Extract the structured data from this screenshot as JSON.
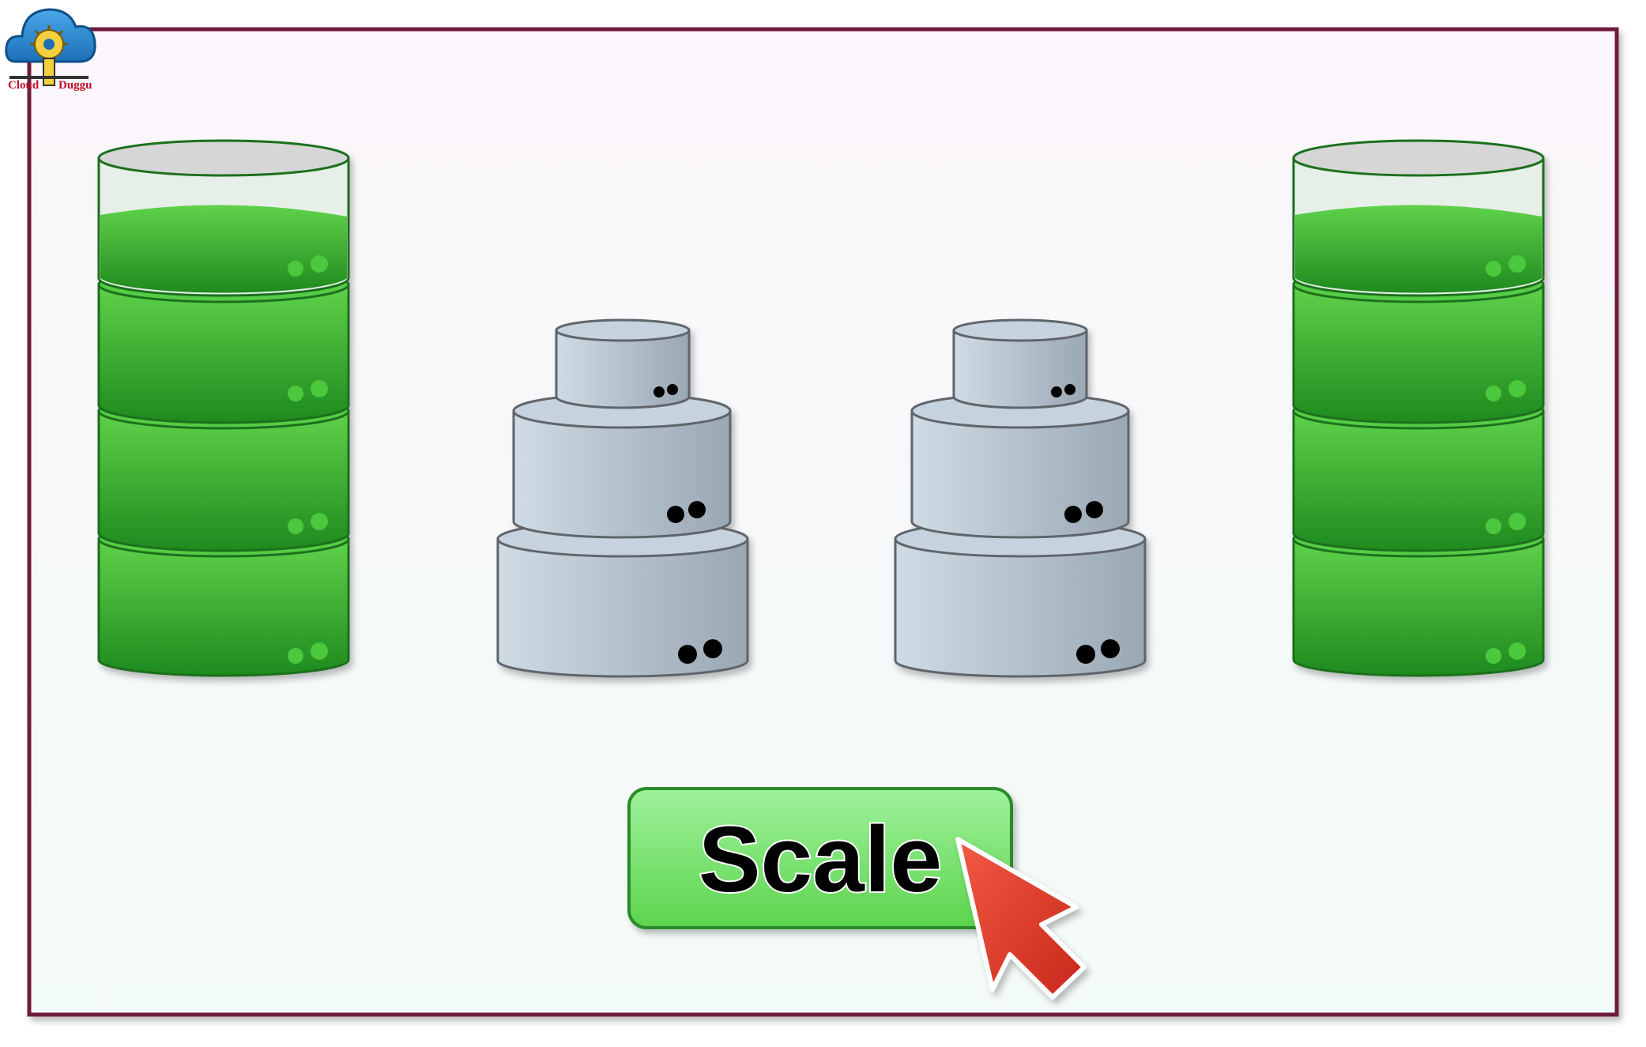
{
  "logo": {
    "left_word": "Cloud",
    "right_word": "Duggu",
    "brand_color": "#c0102a",
    "icon": "cloud-lightbulb-icon"
  },
  "colors": {
    "frame_border": "#6e1a3d",
    "green_fill": "#4cc83c",
    "green_stroke": "#1f6f1f",
    "gray_fill": "#b8c7d4",
    "gray_stroke": "#5f656b",
    "button_fill": "#7ee07a",
    "button_stroke": "#2b8a2b",
    "cursor_fill": "#e23b2b"
  },
  "scale_button": {
    "label": "Scale",
    "icon": "mouse-pointer-icon"
  },
  "databases": [
    {
      "name": "left-green-database",
      "state": "full",
      "segments": 4
    },
    {
      "name": "middle-left-gray-database",
      "state": "stacked",
      "tiers": 3
    },
    {
      "name": "middle-right-gray-database",
      "state": "stacked",
      "tiers": 3
    },
    {
      "name": "right-green-database",
      "state": "full",
      "segments": 4
    }
  ]
}
